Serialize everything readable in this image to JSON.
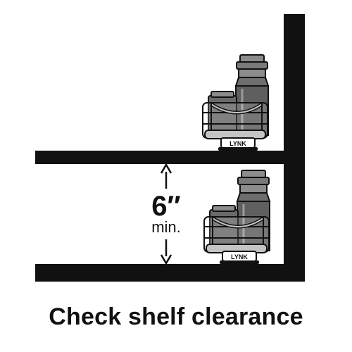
{
  "measurement": {
    "value": "6″",
    "qualifier": "min."
  },
  "brand": {
    "upper_label": "LYNK",
    "lower_label": "LYNK"
  },
  "caption": {
    "text": "Check shelf clearance"
  },
  "colors": {
    "ink": "#111111",
    "metal_dark": "#5f5f5f",
    "metal_mid": "#8c8c8c",
    "metal_light": "#c4c4c4",
    "background": "#ffffff"
  }
}
